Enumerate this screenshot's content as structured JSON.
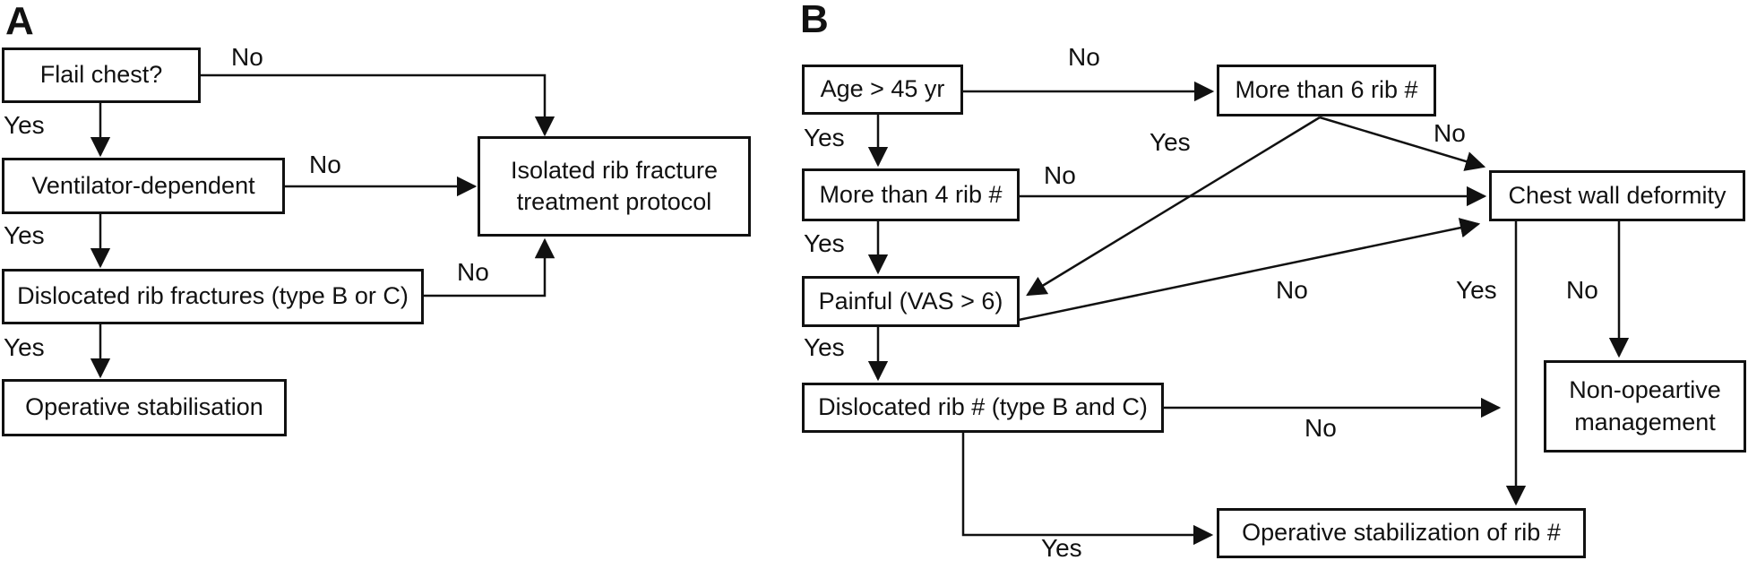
{
  "figure": {
    "colors": {
      "line": "#111111",
      "background": "#ffffff",
      "text": "#111111"
    },
    "panel_a": {
      "label": "A",
      "nodes": {
        "flail_chest": "Flail chest?",
        "ventilator": "Ventilator-dependent",
        "dislocated": "Dislocated rib fractures (type B or C)",
        "operative": "Operative stabilisation",
        "isolated": "Isolated rib fracture treatment protocol"
      },
      "edge_labels": {
        "flail_no": "No",
        "flail_yes": "Yes",
        "ventilator_no": "No",
        "ventilator_yes": "Yes",
        "dislocated_no": "No",
        "dislocated_yes": "Yes"
      }
    },
    "panel_b": {
      "label": "B",
      "nodes": {
        "age": "Age > 45 yr",
        "more_than_6": "More than 6 rib #",
        "more_than_4": "More than 4 rib #",
        "chest_wall": "Chest wall deformity",
        "painful": "Painful (VAS > 6)",
        "dislocated": "Dislocated rib # (type B and C)",
        "operative": "Operative stabilization of rib #",
        "non_operative": "Non-opeartive management"
      },
      "edge_labels": {
        "age_no": "No",
        "age_yes": "Yes",
        "more6_yes": "Yes",
        "more6_no": "No",
        "more4_no": "No",
        "more4_yes": "Yes",
        "painful_no": "No",
        "painful_yes": "Yes",
        "chest_wall_yes": "Yes",
        "chest_wall_no": "No",
        "dislocated_no": "No",
        "dislocated_yes": "Yes"
      }
    }
  }
}
